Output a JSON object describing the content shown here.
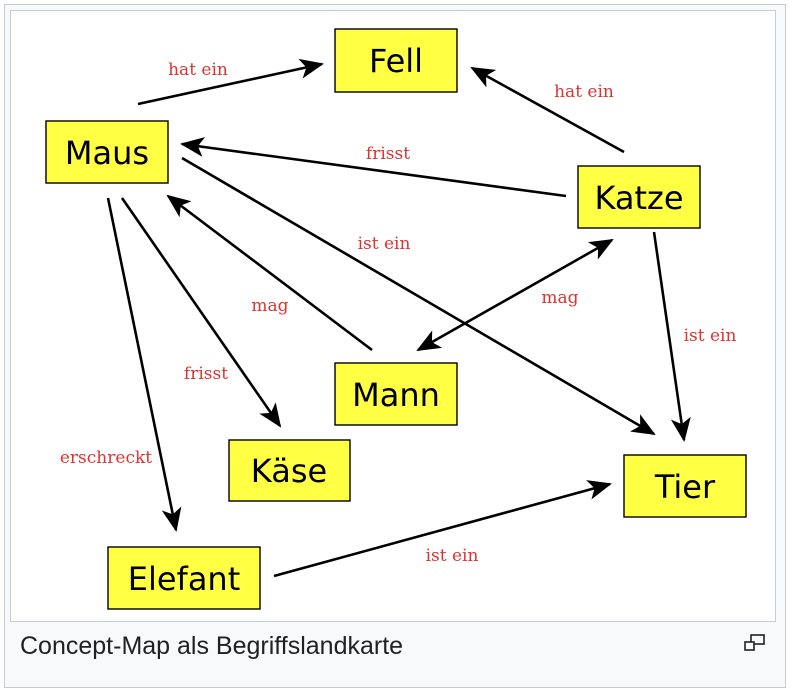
{
  "caption": "Concept-Map als Begriffslandkarte",
  "icons": {
    "enlarge": "magnify-icon"
  },
  "colors": {
    "node_fill": "#ffff44",
    "label": "#dd3333"
  },
  "nodes": [
    {
      "id": "fell",
      "label": "Fell"
    },
    {
      "id": "maus",
      "label": "Maus"
    },
    {
      "id": "katze",
      "label": "Katze"
    },
    {
      "id": "mann",
      "label": "Mann"
    },
    {
      "id": "kaese",
      "label": "Käse"
    },
    {
      "id": "tier",
      "label": "Tier"
    },
    {
      "id": "elefant",
      "label": "Elefant"
    }
  ],
  "edges": [
    {
      "from": "maus",
      "to": "fell",
      "label": "hat ein"
    },
    {
      "from": "katze",
      "to": "fell",
      "label": "hat ein"
    },
    {
      "from": "katze",
      "to": "maus",
      "label": "frisst"
    },
    {
      "from": "maus",
      "to": "tier",
      "label": "ist ein"
    },
    {
      "from": "mann",
      "to": "maus",
      "label": "mag"
    },
    {
      "from": "mann",
      "to": "katze",
      "label": "mag",
      "bidirectional": true
    },
    {
      "from": "katze",
      "to": "tier",
      "label": "ist ein"
    },
    {
      "from": "maus",
      "to": "kaese",
      "label": "frisst"
    },
    {
      "from": "maus",
      "to": "elefant",
      "label": "erschreckt"
    },
    {
      "from": "elefant",
      "to": "tier",
      "label": "ist ein"
    }
  ]
}
